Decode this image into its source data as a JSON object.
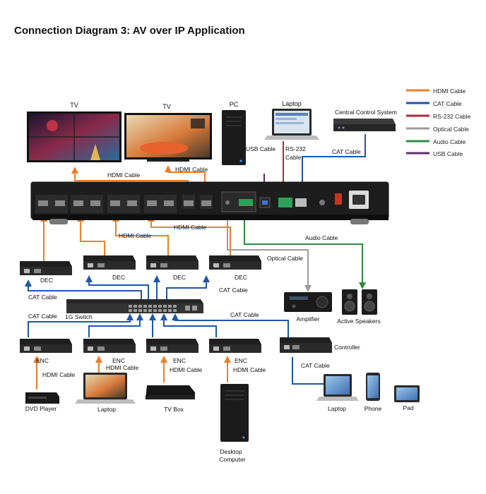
{
  "title": "Connection Diagram 3: AV over IP Application",
  "legend": [
    {
      "label": "HDMI Cable",
      "color": "#ee7d2a"
    },
    {
      "label": "CAT Cable",
      "color": "#1f56a6"
    },
    {
      "label": "RS-232 Cable",
      "color": "#b02a36"
    },
    {
      "label": "Optical Cable",
      "color": "#9b9b9b"
    },
    {
      "label": "Audio Cable",
      "color": "#2f8a43"
    },
    {
      "label": "USB Cable",
      "color": "#5a2f6e"
    }
  ],
  "devices": {
    "tv1": "TV",
    "tv2": "TV",
    "pc": "PC",
    "laptop_top": "Laptop",
    "central_control": "Central Control System",
    "switch": "1G Switch",
    "amplifier": "Amplifier",
    "speakers": "Active Speakers",
    "controller": "Controller",
    "dec": [
      "DEC",
      "DEC",
      "DEC",
      "DEC"
    ],
    "enc": [
      "ENC",
      "ENC",
      "ENC",
      "ENC"
    ],
    "dvd_player": "DVD Player",
    "laptop_bottom": "Laptop",
    "tv_box": "TV Box",
    "desktop_line1": "Desktop",
    "desktop_line2": "Computer",
    "laptop_right": "Laptop",
    "phone": "Phone",
    "pad": "Pad"
  },
  "cable_labels": {
    "hdmi_tv1": "HDMI Cable",
    "hdmi_tv2": "HDMI Cable",
    "usb": "USB  Cable",
    "rs232_line1": "RS-232",
    "rs232_line2": "Cable",
    "cat_central": "CAT Cable",
    "hdmi_dec_left": "HDMI Cable",
    "hdmi_dec_right": "HDMI Cable",
    "audio": "Audio  Cable",
    "optical": "Optical  Cable",
    "cat_dec_left": "CAT Cable",
    "cat_dec_right": "CAT Cable",
    "cat_enc_left": "CAT Cable",
    "cat_enc_right": "CAT Cable",
    "hdmi_dvd": "HDMI Cable",
    "hdmi_laptop": "HDMI Cable",
    "hdmi_tvbox": "HDMI Cable",
    "hdmi_desktop": "HDMI Cable",
    "cat_controller": "CAT Cable"
  }
}
